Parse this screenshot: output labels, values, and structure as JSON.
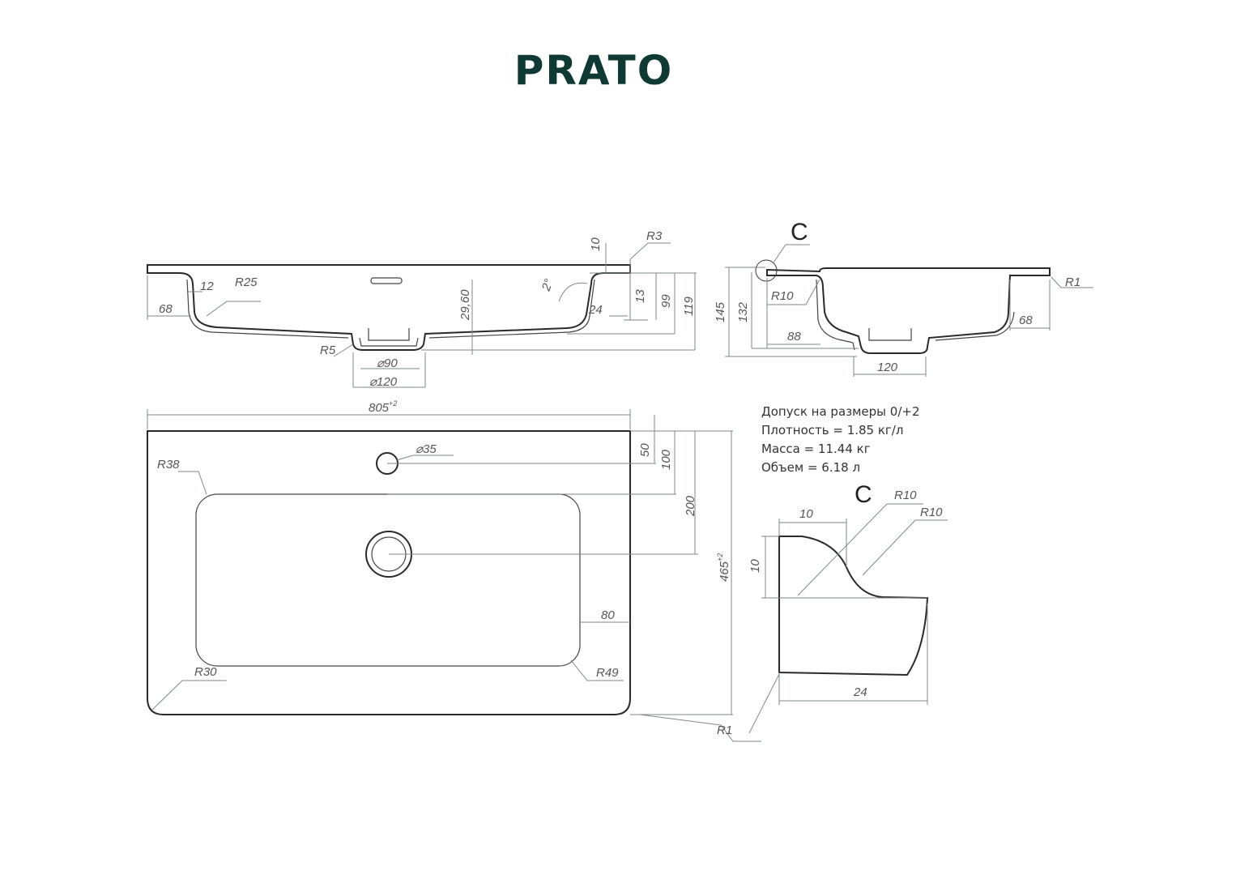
{
  "title": "PRATO",
  "colors": {
    "title": "#0e3a33",
    "outline": "#2a2a2a",
    "dimension": "#7d8a86"
  },
  "front_view": {
    "dims": {
      "d10": "10",
      "r3": "R3",
      "d12": "12",
      "r25": "R25",
      "d68": "68",
      "d29_60": "29,60",
      "angle": "2°",
      "d24": "24",
      "d13": "13",
      "d99": "99",
      "d119": "119",
      "r5": "R5",
      "dia90": "⌀90",
      "dia120": "⌀120"
    }
  },
  "side_view": {
    "dims": {
      "c": "C",
      "r10": "R10",
      "d145": "145",
      "d132": "132",
      "d88": "88",
      "d120": "120",
      "d68": "68",
      "r1": "R1"
    }
  },
  "notes": [
    "Допуск на размеры 0/+2",
    "Плотность = 1.85 кг/л",
    "Масса = 11.44 кг",
    "Объем = 6.18 л"
  ],
  "top_view": {
    "dims": {
      "width": "805",
      "width_tol": "+2",
      "dia35": "⌀35",
      "r38": "R38",
      "d50": "50",
      "d100": "100",
      "d200": "200",
      "depth": "465",
      "depth_tol": "+2",
      "d80": "80",
      "r30": "R30",
      "r49": "R49",
      "r1": "R1"
    }
  },
  "detail_c": {
    "dims": {
      "c": "C",
      "r10a": "R10",
      "r10b": "R10",
      "d10a": "10",
      "d10b": "10",
      "d24": "24"
    }
  }
}
